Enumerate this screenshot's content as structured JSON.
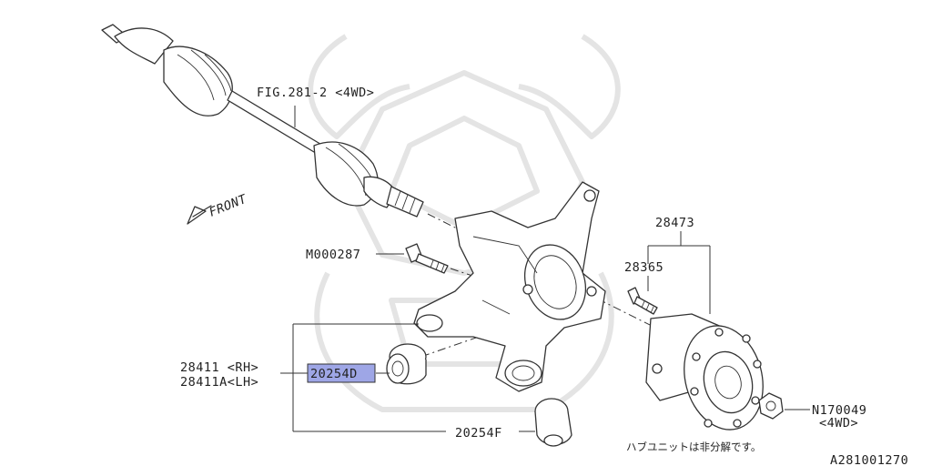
{
  "labels": {
    "fig_ref": "FIG.281-2 <4WD>",
    "front": "FRONT",
    "bolt": "M000287",
    "hub_assembly": "28473",
    "hub_bolt": "28365",
    "knuckle_rh": "28411 <RH>",
    "knuckle_lh": "28411A<LH>",
    "bushing_selected": "20254D",
    "bushing_lower": "20254F",
    "nut": "N170049",
    "nut_variant": "<4WD>",
    "hub_note": "ハブユニットは非分解です。",
    "figure_id": "A281001270"
  },
  "colors": {
    "highlight": "#9ea6e6",
    "ink": "#333333",
    "watermark": "#e4e4e4"
  }
}
